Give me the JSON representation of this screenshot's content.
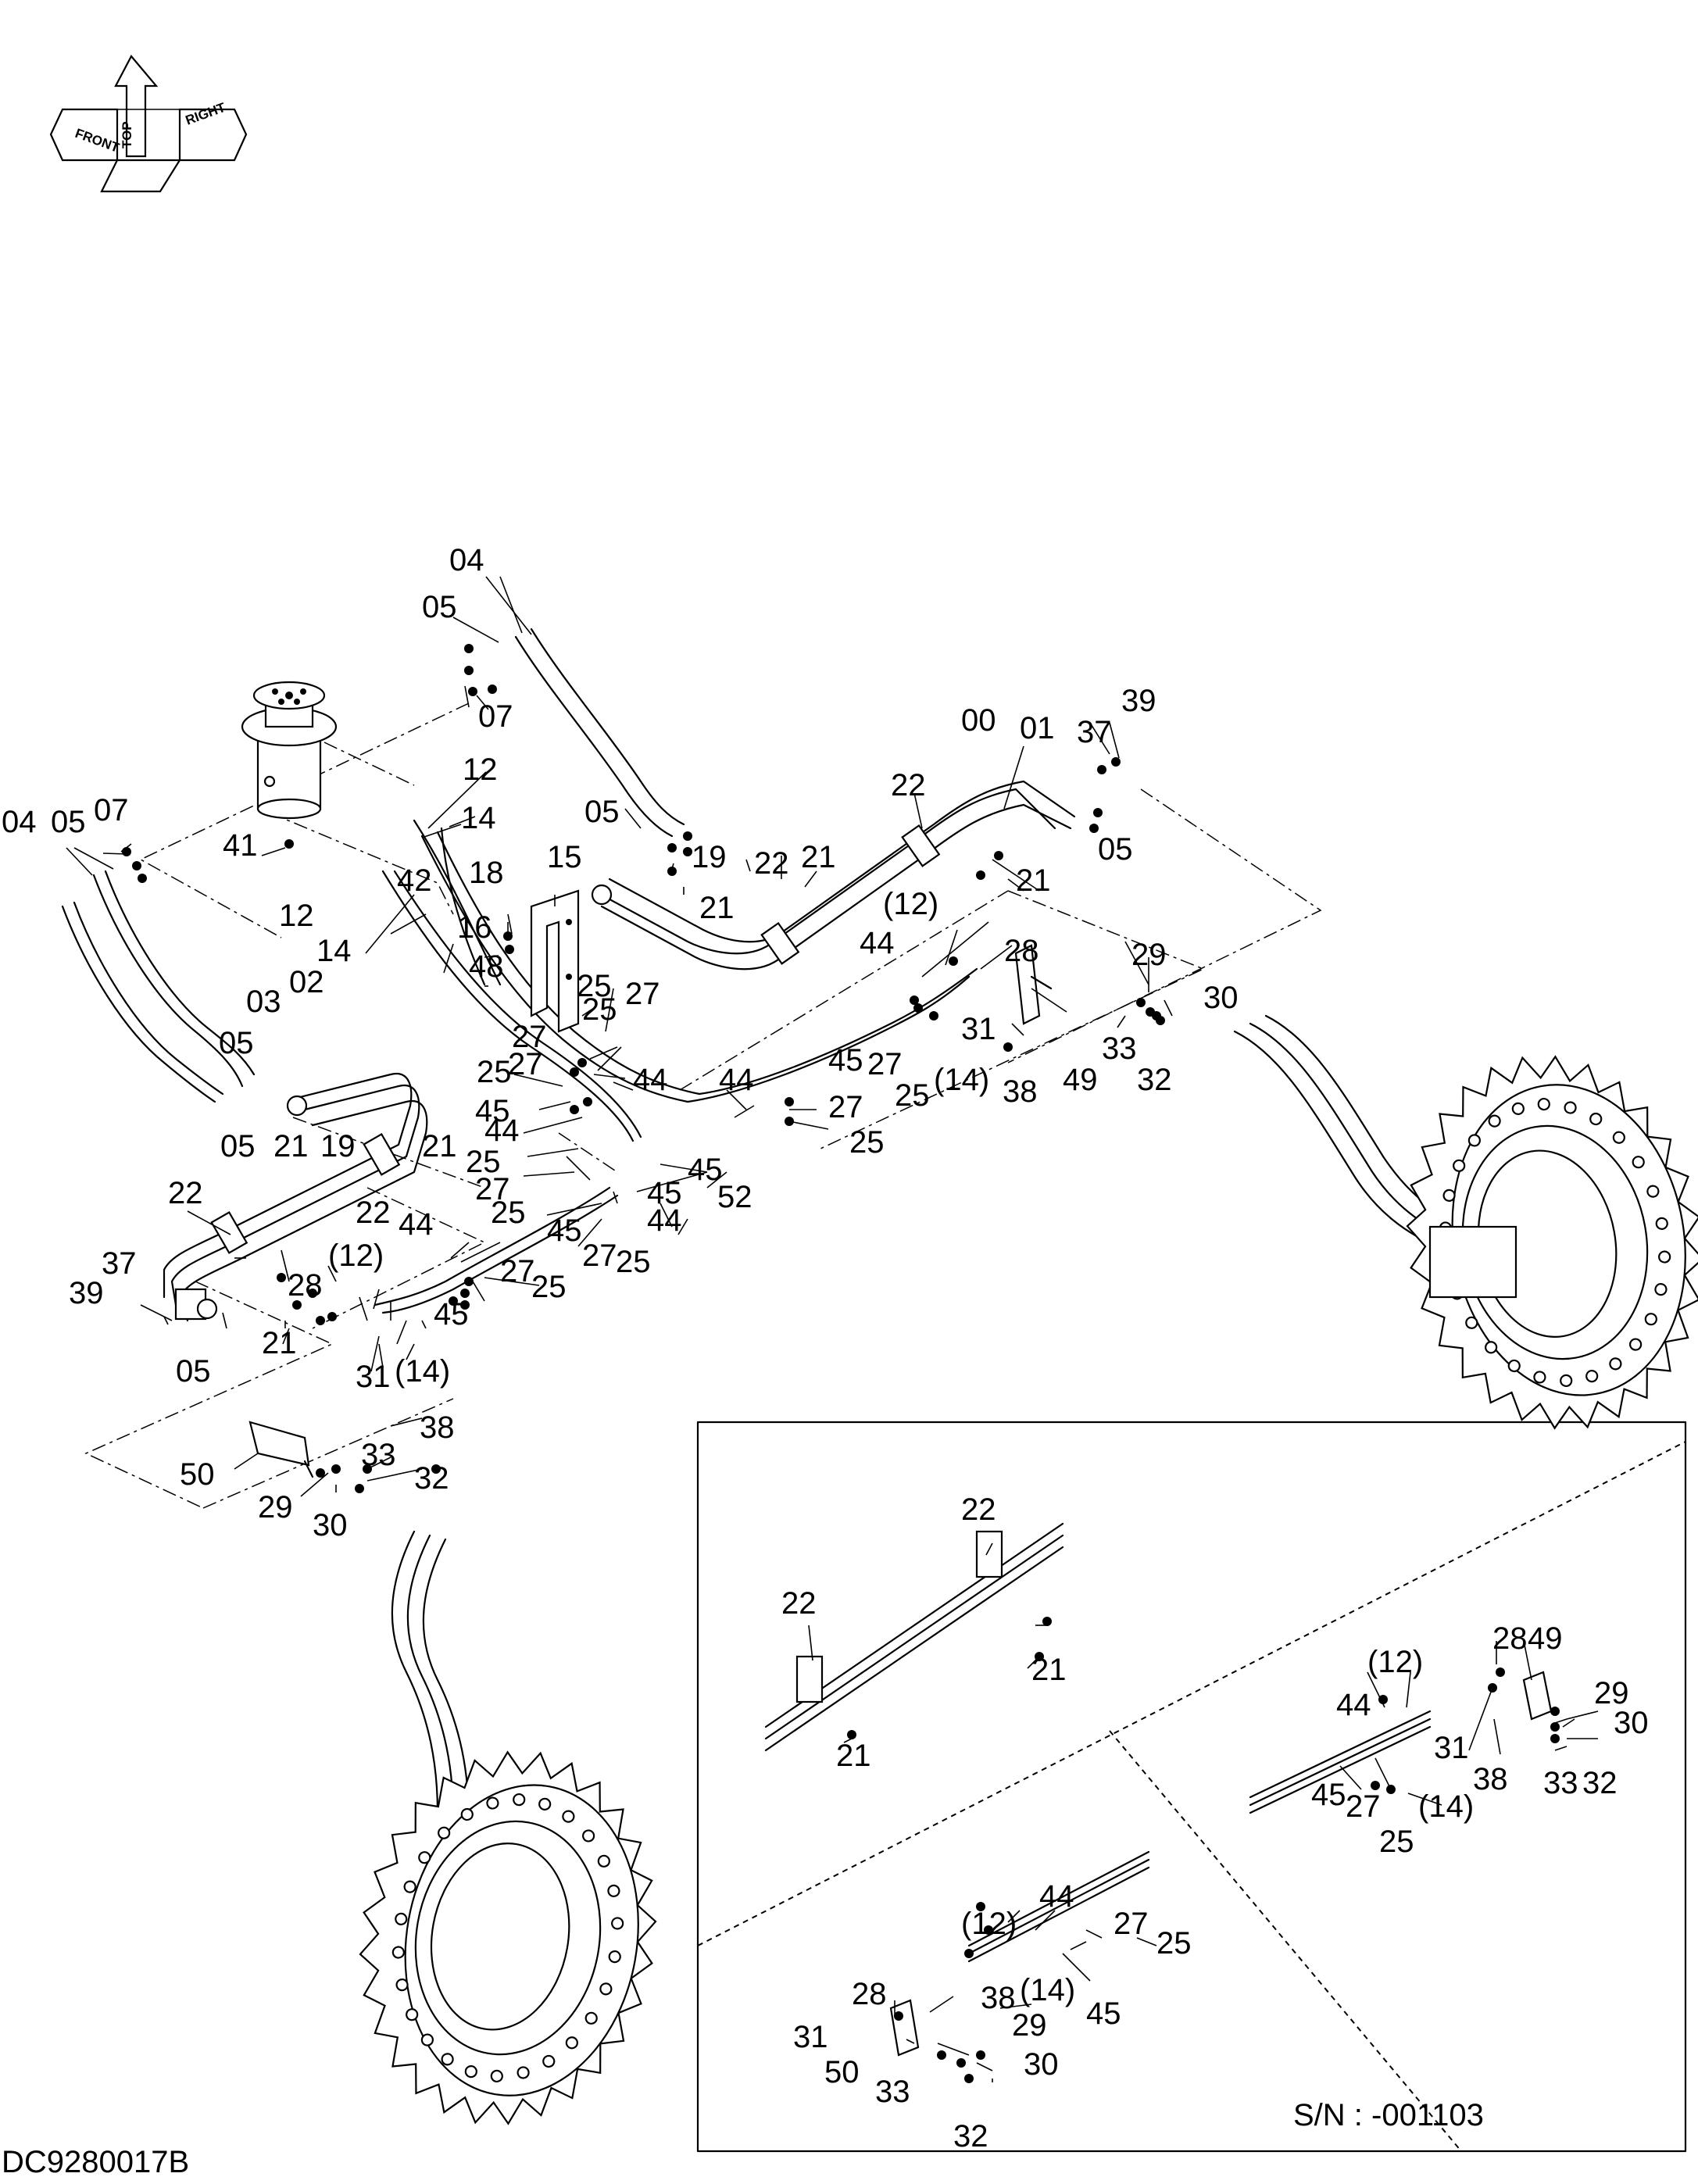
{
  "diagram": {
    "drawing_code": "DC9280017B",
    "inset_serial": "S/N :  -001103",
    "orientation": {
      "front": "FRONT",
      "top": "TOP",
      "right": "RIGHT"
    },
    "callouts": [
      "00",
      "01",
      "02",
      "03",
      "04",
      "05",
      "07",
      "12",
      "14",
      "15",
      "16",
      "18",
      "19",
      "21",
      "22",
      "25",
      "27",
      "28",
      "29",
      "30",
      "31",
      "32",
      "33",
      "37",
      "38",
      "39",
      "41",
      "42",
      "44",
      "45",
      "48",
      "49",
      "50",
      "52",
      "(12)",
      "(14)"
    ]
  }
}
